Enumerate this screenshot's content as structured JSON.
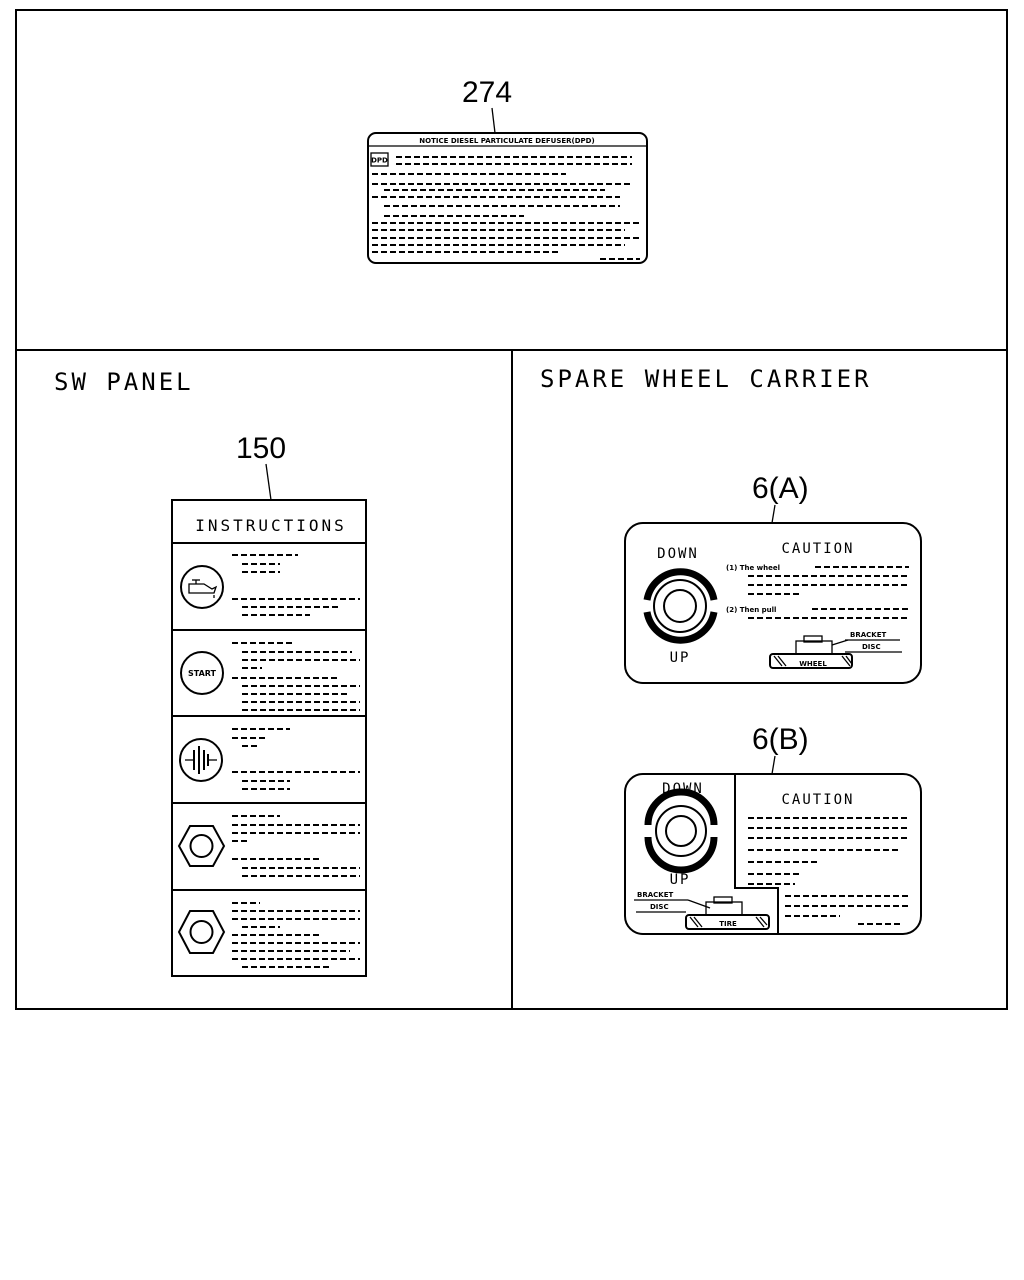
{
  "panels": {
    "top": {
      "callout": "274",
      "label_title": "NOTICE DIESEL PARTICULATE DEFUSER(DPD)",
      "icon_text": "DPD"
    },
    "sw_panel": {
      "heading": "SW PANEL",
      "callout": "150",
      "card_title": "INSTRUCTIONS",
      "start_icon_text": "START"
    },
    "spare_wheel": {
      "heading": "SPARE WHEEL CARRIER",
      "label_a": {
        "callout": "6(A)",
        "down": "DOWN",
        "up": "UP",
        "caution": "CAUTION",
        "line1": "(1) The wheel",
        "line2": "(2) Then pull",
        "bracket": "BRACKET",
        "disc": "DISC",
        "wheel": "WHEEL"
      },
      "label_b": {
        "callout": "6(B)",
        "down": "DOWN",
        "up": "UP",
        "caution": "CAUTION",
        "bracket": "BRACKET",
        "disc": "DISC",
        "tire": "TIRE"
      }
    }
  }
}
